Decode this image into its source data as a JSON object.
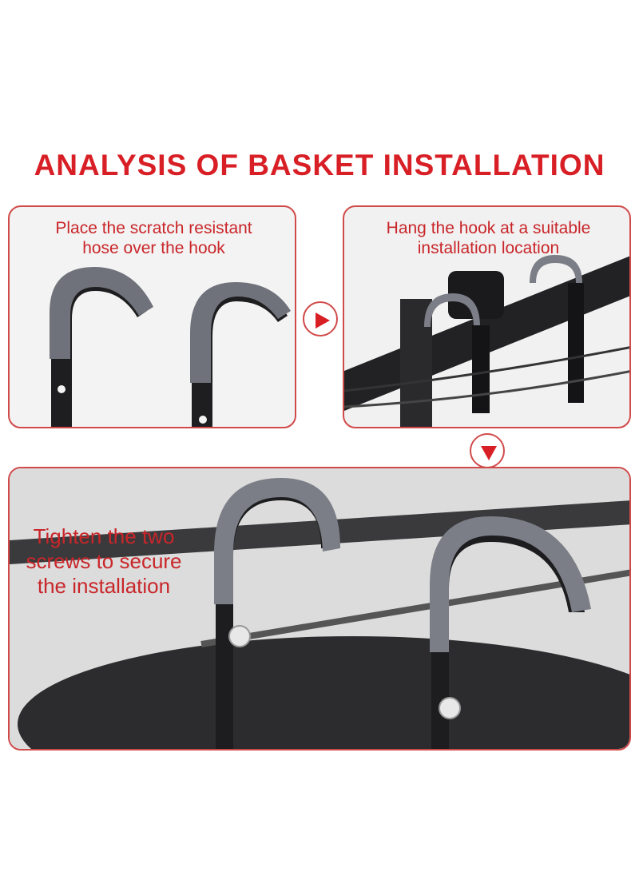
{
  "title": "ANALYSIS OF BASKET INSTALLATION",
  "steps": [
    {
      "lines": [
        "Place the scratch resistant",
        "hose over the hook"
      ]
    },
    {
      "lines": [
        "Hang the hook at a suitable",
        "installation location"
      ]
    },
    {
      "lines": [
        "Tighten the two",
        "screws to secure",
        "the installation"
      ]
    }
  ],
  "colors": {
    "accent": "#d81f26",
    "panel_border": "#d14a4a",
    "hook_gray": "#7b7e86",
    "metal_black": "#1d1d1f"
  },
  "icons": {
    "arrow_right": "play-arrow-right-icon",
    "arrow_down": "play-arrow-down-icon"
  }
}
